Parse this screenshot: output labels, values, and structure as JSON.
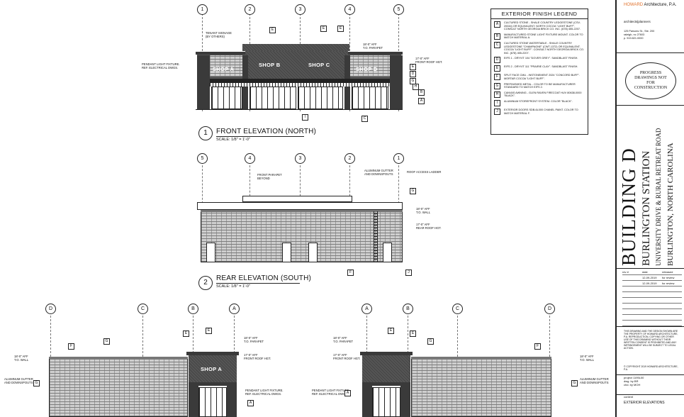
{
  "legend": {
    "title": "EXTERIOR FINISH LEGEND",
    "items": [
      {
        "key": "A",
        "text": "CULTURED STONE - SHALE COUNTRY LEDGESTONE (CSV-20044) OR EQUIVALENT. NORTH COCOA \"LIGHT BUFF\". CONSULT NORTH GEORGIA BRICK CO. INC. (678) 455-2207."
      },
      {
        "key": "B",
        "text": "MANUFACTURED STONE LIGHT FIXTURE MOUNT. COLOR TO MATCH MATERIAL A."
      },
      {
        "key": "C",
        "text": "CULTURED STONE WATERTABLE - SHALE COUNTRY LEDGESTONE \"CHAMPAGNE\" (CWT-1372) OR EQUIVALENT. COCOA \"LIGHT BUFF\". CONSULT NORTH GEORGIA BRICK CO. INC. (678) 455-2207."
      },
      {
        "key": "D",
        "text": "EIFS 1 - DRYVIT 104 \"DOVER GREY\". SANDBLAST FINISH."
      },
      {
        "key": "E",
        "text": "EIFS 2 - DRYVIT 111 \"PRAIRIE CLAY\". SANDBLAST FINISH."
      },
      {
        "key": "F",
        "text": "SPLIT FACE CMU - INSTONEMENT 2024 \"CONCORD BUFF\". MORTAR COCOA \"LIGHT BUFF\"."
      },
      {
        "key": "G",
        "text": "PREFINISHED METAL - COLOR TO BE MANUFACTURER STANDARD TO MATCH EIFS 2."
      },
      {
        "key": "H",
        "text": "CANVAS AWNING - GLEN RAVEN FIRECOAT HUV 80638-0000 \"BLACK\"."
      },
      {
        "key": "I",
        "text": "ALUMINUM STOREFRONT SYSTEM. COLOR \"BLACK\"."
      },
      {
        "key": "J",
        "text": "EXTERIOR DOORS SDB-6L000 CHANEL PAINT. COLOR TO MATCH MATERIAL F."
      }
    ]
  },
  "front": {
    "title_num": "1",
    "title": "FRONT ELEVATION (NORTH)",
    "scale": "SCALE: 1/8\" = 1'-0\"",
    "grid": [
      "1",
      "2",
      "3",
      "4",
      "5"
    ],
    "shops": [
      "SHOP A",
      "SHOP B",
      "SHOP C",
      "SHOP D"
    ],
    "notes": {
      "tenant": "TENANT SIGNAGE (BY OTHERS)",
      "pendant": "PENDANT LIGHT FIXTURE. REF. ELECTRICAL DWGS."
    }
  },
  "rear": {
    "title_num": "2",
    "title": "REAR ELEVATION (SOUTH)",
    "scale": "SCALE: 1/8\" = 1'-0\"",
    "grid": [
      "5",
      "4",
      "3",
      "2",
      "1"
    ],
    "notes": {
      "parapet": "FRONT PARAPET BEYOND",
      "gutter": "ALUMINUM GUTTER AND DOWNSPOUTS",
      "ladder": "ROOF ACCESS LADDER"
    }
  },
  "side_left": {
    "grid": [
      "D",
      "C",
      "B",
      "A"
    ],
    "shop": "SHOP A",
    "notes": {
      "gutter": "ALUMINUM GUTTER AND DOWNSPOUTS",
      "pendant": "PENDANT LIGHT FIXTURE. REF. ELECTRICAL DWGS."
    }
  },
  "side_right": {
    "grid": [
      "A",
      "B",
      "C",
      "D"
    ],
    "notes": {
      "pendant": "PENDANT LIGHT FIXTURE. REF. ELECTRICAL DWGS.",
      "gutter": "ALUMINUM GUTTER AND DOWNSPOUTS"
    }
  },
  "title_block": {
    "firm": "HOWARD",
    "firm_rest": "Architecture, P.A.",
    "sub": "architects|planners",
    "address": "125 Parsons St., Ste. 200\nraleigh, nc 27603\np. 919.821.0000",
    "stamp": "PROGRESS DRAWINGS NOT FOR CONSTRUCTION",
    "building": "BUILDING D",
    "project": "BURLINGTON STATION",
    "street": "UNIVERSITY DRIVE & RURAL RETREAT ROAD",
    "city": "BURLINGTON, NORTH CAROLINA",
    "rev_head": [
      "rev #",
      "date",
      "released"
    ],
    "revisions": [
      [
        "",
        "12-09-2019",
        "for review"
      ],
      [
        "",
        "12-09-2019",
        "for review"
      ]
    ],
    "note": "THIS DRAWING AND THE DESIGN SHOWN ARE THE PROPERTY OF HOWARD ARCHITECTURE, P.A. REPRODUCTION, COPYING OR OTHER USE OF THIS DRAWING WITHOUT THEIR WRITTEN CONSENT IS PROHIBITED AND ANY INFRINGEMENT WILL BE SUBJECT TO LEGAL ACTION.",
    "copyright": "© COPYRIGHT 2019 HOWARD ARCHITECTURE, P.A.",
    "project_no": "project 1195L00",
    "drawn": "dwg. by BR",
    "checked": "chd. by MOH",
    "content_label": "content",
    "sheet_title": "EXTERIOR ELEVATIONS"
  }
}
